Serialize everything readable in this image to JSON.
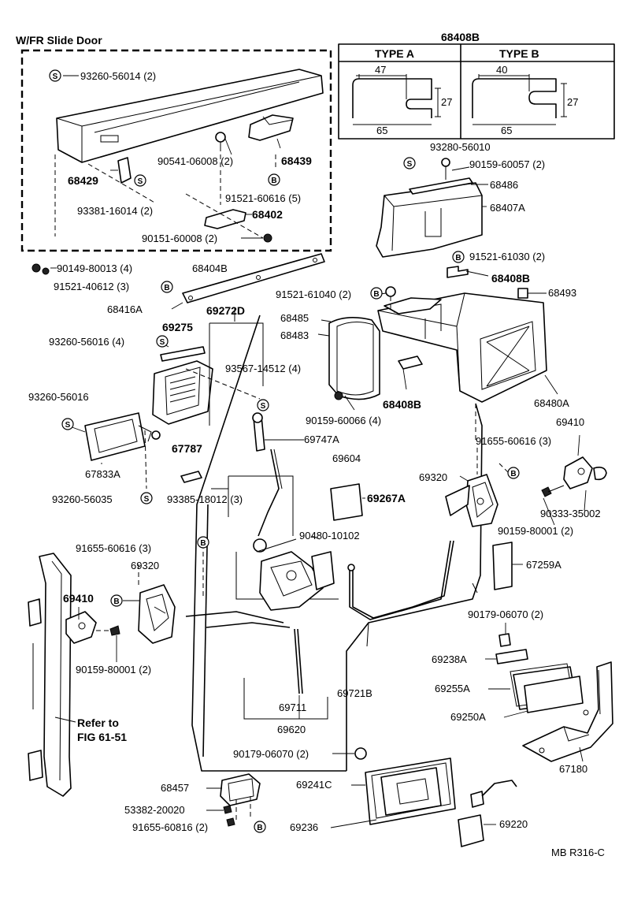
{
  "header": {
    "title": "W/FR Slide Door"
  },
  "inset": {
    "part_no": "68408B",
    "type_a": {
      "name": "TYPE A",
      "dim_top": "47",
      "dim_side": "27",
      "dim_bottom": "65"
    },
    "type_b": {
      "name": "TYPE B",
      "dim_top": "40",
      "dim_side": "27",
      "dim_bottom": "65"
    }
  },
  "symbols": {
    "s": "S",
    "b": "B"
  },
  "labels": {
    "p93260_56014": "93260-56014 (2)",
    "p90541_06008": "90541-06008 (2)",
    "p68439": "68439",
    "p68429": "68429",
    "p91521_60616": "91521-60616 (5)",
    "p93381_16014": "93381-16014 (2)",
    "p68402": "68402",
    "p90151_60008": "90151-60008 (2)",
    "p90149_80013": "90149-80013 (4)",
    "p68404B": "68404B",
    "p91521_40612": "91521-40612 (3)",
    "p68416A": "68416A",
    "p93280_56010": "93280-56010",
    "p90159_60057": "90159-60057 (2)",
    "p68486": "68486",
    "p68407A": "68407A",
    "p91521_61030": "91521-61030 (2)",
    "p68408B_r": "68408B",
    "p68493": "68493",
    "p91521_61040": "91521-61040 (2)",
    "p68485": "68485",
    "p68483": "68483",
    "p68408B_c": "68408B",
    "p90159_60066": "90159-60066 (4)",
    "p68480A": "68480A",
    "p69272D": "69272D",
    "p69275": "69275",
    "p93260_56016a": "93260-56016 (4)",
    "p93567_14512": "93567-14512 (4)",
    "p93260_56016b": "93260-56016",
    "p67833A": "67833A",
    "p93260_56035": "93260-56035",
    "p67787": "67787",
    "p69747A": "69747A",
    "p69604": "69604",
    "p93385_18012": "93385-18012 (3)",
    "p90480_10102": "90480-10102",
    "p91655_60616r": "91655-60616 (3)",
    "p69410r": "69410",
    "p69320r": "69320",
    "p69267A": "69267A",
    "p90333_35002": "90333-35002",
    "p90159_80001r": "90159-80001 (2)",
    "p67259A": "67259A",
    "p91655_60616l": "91655-60616 (3)",
    "p69320l": "69320",
    "p69410l": "69410",
    "p90159_80001l": "90159-80001 (2)",
    "p90179_06070r": "90179-06070 (2)",
    "p69238A": "69238A",
    "p69255A": "69255A",
    "p69250A": "69250A",
    "p69711": "69711",
    "p69721B": "69721B",
    "p69620": "69620",
    "p67180": "67180",
    "refer1": "Refer to",
    "refer2": "FIG 61-51",
    "p90179_06070b": "90179-06070 (2)",
    "p68457": "68457",
    "p69241C": "69241C",
    "p53382_20020": "53382-20020",
    "p91655_60816": "91655-60816 (2)",
    "p69236": "69236",
    "p69220": "69220",
    "ref_code": "MB R316-C"
  }
}
